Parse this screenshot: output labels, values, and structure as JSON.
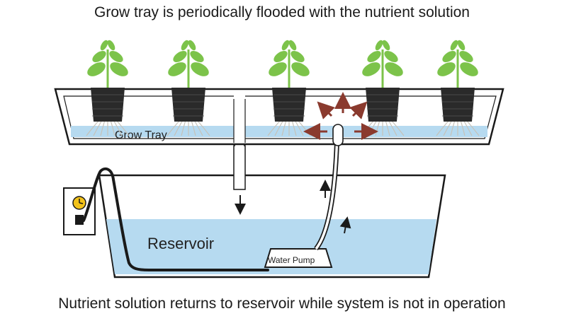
{
  "title": "Grow tray is periodically flooded with the nutrient solution",
  "footer": "Nutrient solution returns to reservoir while system is not in operation",
  "labels": {
    "grow_tray": "Grow Tray",
    "reservoir": "Reservoir",
    "water_pump": "Water Pump"
  },
  "colors": {
    "water": "#b6daf0",
    "flow_arrow": "#8a3a2e",
    "outline": "#1a1a1a",
    "leaf": "#7cc34a",
    "pot": "#2a2a2a"
  }
}
